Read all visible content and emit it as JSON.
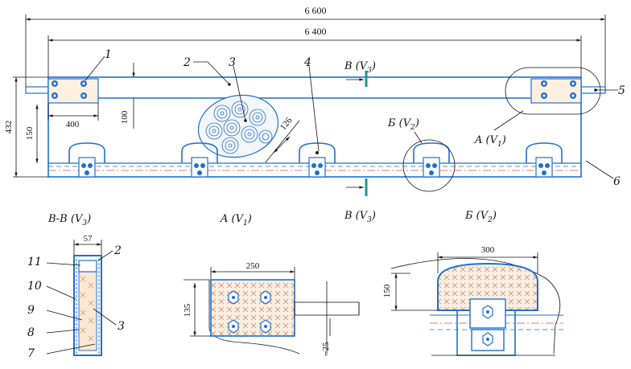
{
  "dimensions": {
    "overall_length": "6 600",
    "inner_length": "6 400",
    "height_total": "432",
    "height_lower": "150",
    "end_block_width": "400",
    "top_beam_height": "100",
    "diagonal": "126",
    "detail_b_width": "300",
    "detail_b_height": "150",
    "detail_a_width": "250",
    "detail_a_height": "135",
    "rod_diameter": "⌐25",
    "section_width": "57"
  },
  "callouts": {
    "n1": "1",
    "n2": "2",
    "n3": "3",
    "n4": "4",
    "n5": "5",
    "n6": "6",
    "s11": "11",
    "s10": "10",
    "s9": "9",
    "s8": "8",
    "s7": "7",
    "s2": "2",
    "s3": "3"
  },
  "view_labels": {
    "cut_top": "B (V",
    "cut_top_sub": "3",
    "cut_bottom": "B (V",
    "cut_bottom_sub": "3",
    "detail_b_marker": "Б (V",
    "detail_b_marker_sub": "2",
    "detail_a_marker": "A (V",
    "detail_a_marker_sub": "1"
  },
  "section_titles": {
    "section_bb": "B-B (V",
    "section_bb_sub": "3",
    "detail_a": "A (V",
    "detail_a_sub": "1",
    "section_b": "B (V",
    "section_b_sub": "3",
    "detail_b": "Б (V",
    "detail_b_sub": "2"
  }
}
